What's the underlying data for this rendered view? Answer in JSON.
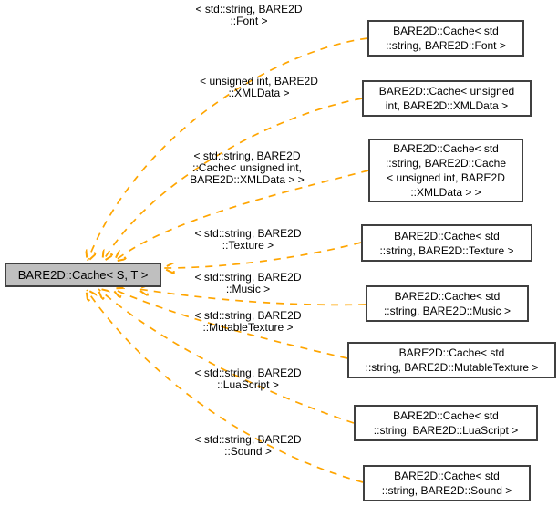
{
  "diagram": {
    "kind": "class-template-instantiation-graph",
    "colors": {
      "edge": "#ffa500",
      "node_border": "#404040",
      "main_node_fill": "#bfbfbf",
      "instance_node_fill": "#ffffff",
      "text": "#000000",
      "background": "#ffffff"
    },
    "main_node": {
      "label": "BARE2D::Cache< S, T >"
    },
    "instances": [
      {
        "name": "font",
        "node_lines": [
          "BARE2D::Cache< std",
          "::string, BARE2D::Font >"
        ],
        "edge_label_lines": [
          "< std::string, BARE2D",
          "::Font >"
        ]
      },
      {
        "name": "xmldata",
        "node_lines": [
          "BARE2D::Cache< unsigned",
          "int, BARE2D::XMLData >"
        ],
        "edge_label_lines": [
          "< unsigned int, BARE2D",
          "::XMLData >"
        ]
      },
      {
        "name": "cache-xmldata",
        "node_lines": [
          "BARE2D::Cache< std",
          "::string, BARE2D::Cache",
          "< unsigned int, BARE2D",
          "::XMLData > >"
        ],
        "edge_label_lines": [
          "< std::string, BARE2D",
          "::Cache< unsigned int,",
          "BARE2D::XMLData > >"
        ]
      },
      {
        "name": "texture",
        "node_lines": [
          "BARE2D::Cache< std",
          "::string, BARE2D::Texture >"
        ],
        "edge_label_lines": [
          "< std::string, BARE2D",
          "::Texture >"
        ]
      },
      {
        "name": "music",
        "node_lines": [
          "BARE2D::Cache< std",
          "::string, BARE2D::Music >"
        ],
        "edge_label_lines": [
          "< std::string, BARE2D",
          "::Music >"
        ]
      },
      {
        "name": "mutable-texture",
        "node_lines": [
          "BARE2D::Cache< std",
          "::string, BARE2D::MutableTexture >"
        ],
        "edge_label_lines": [
          "< std::string, BARE2D",
          "::MutableTexture >"
        ]
      },
      {
        "name": "luascript",
        "node_lines": [
          "BARE2D::Cache< std",
          "::string, BARE2D::LuaScript >"
        ],
        "edge_label_lines": [
          "< std::string, BARE2D",
          "::LuaScript >"
        ]
      },
      {
        "name": "sound",
        "node_lines": [
          "BARE2D::Cache< std",
          "::string, BARE2D::Sound >"
        ],
        "edge_label_lines": [
          "< std::string, BARE2D",
          "::Sound >"
        ]
      }
    ]
  }
}
